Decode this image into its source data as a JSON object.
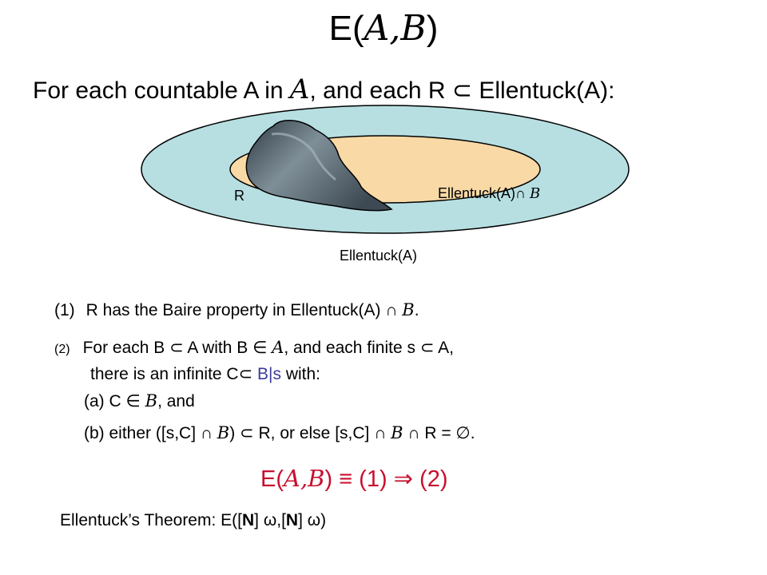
{
  "title": {
    "prefix": "E(",
    "script": "A,B",
    "suffix": ")"
  },
  "heading": {
    "text1": "For each countable A in ",
    "script1": "A",
    "text2": ", and each R ⊂ Ellentuck(A):"
  },
  "diagram": {
    "label_r": "R",
    "label_inner": "Ellentuck(A)∩ ",
    "label_inner_script": "B",
    "label_outer": "Ellentuck(A)",
    "colors": {
      "outer": "#b7dfe2",
      "inner": "#f9d9a5",
      "r_region": "#5b6a74",
      "stroke": "#000000"
    }
  },
  "conditions": {
    "c1": {
      "num": "(1)",
      "text": "R has the Baire property in Ellentuck(A) ∩ ",
      "script": "B",
      "tail": "."
    },
    "c2": {
      "num": "(2)",
      "text_a": "For each B ⊂ A with B ∈ ",
      "script_a": "A",
      "text_b": ", and each finite s ⊂ A,",
      "line2_a": "there is an infinite C⊂ ",
      "line2_blue": "B|s",
      "line2_b": " with:",
      "a_text": "(a) C ∈ ",
      "a_script": "B",
      "a_tail": ", and",
      "b_text1": "(b) either ([s,C] ∩ ",
      "b_script1": "B",
      "b_text2": ") ⊂ R, or else [s,C] ∩ ",
      "b_script2": "B",
      "b_text3": " ∩ R = ∅."
    }
  },
  "equation": {
    "prefix": "E(",
    "script": "A,B",
    "suffix": ") ≡ (1) ⇒ (2)",
    "color": "#c8102e"
  },
  "theorem": {
    "text1": "Ellentuck’s Theorem: E([",
    "bold1": "N",
    "text2": "] ω,[",
    "bold2": "N",
    "text3": "] ω)"
  }
}
